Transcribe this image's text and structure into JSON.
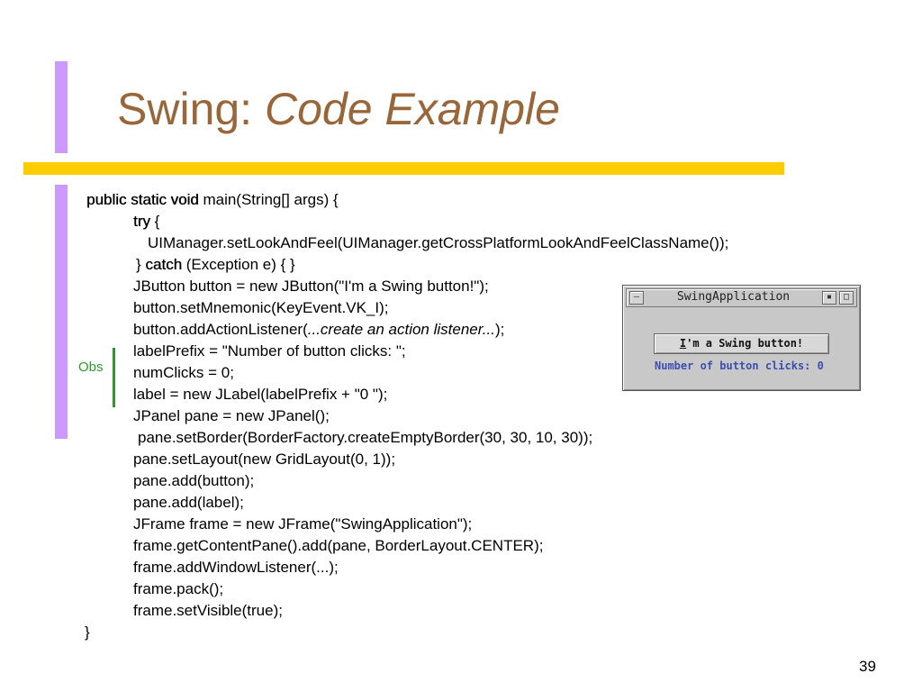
{
  "slide": {
    "title_plain": "Swing: ",
    "title_italic": "Code Example",
    "page_number": "39",
    "colors": {
      "accent_purple": "#cc99ff",
      "rule_yellow": "#ffcc00",
      "title": "#99663a",
      "note_green": "#2b9a2b"
    }
  },
  "code": {
    "l1_kw": "public static void",
    "l1_rest": " main(String[] args) {",
    "l2_kw": "try",
    "l2_rest": " {",
    "l3": "UIManager.setLookAndFeel(UIManager.getCrossPlatformLookAndFeelClassName());",
    "l4_pre": "} ",
    "l4_kw": "catch",
    "l4_rest": " (Exception e) { }",
    "l5": "JButton button = new JButton(\"I'm a Swing button!\");",
    "l6": "button.setMnemonic(KeyEvent.VK_I);",
    "l7_pre": "button.addActionListener(",
    "l7_it": "...create an action listener...",
    "l7_post": ");",
    "l8": "labelPrefix = \"Number of button clicks: \";",
    "l9": "numClicks = 0;",
    "l10": "label = new JLabel(labelPrefix + \"0 \");",
    "l11": "JPanel pane = new JPanel();",
    "l12": "pane.setBorder(BorderFactory.createEmptyBorder(30, 30, 10, 30));",
    "l13": "pane.setLayout(new GridLayout(0, 1));",
    "l14": "pane.add(button);",
    "l15": "pane.add(label);",
    "l16": "JFrame frame = new JFrame(\"SwingApplication\");",
    "l17": "frame.getContentPane().add(pane, BorderLayout.CENTER);",
    "l18": "frame.addWindowListener(...);",
    "l19": "frame.pack();",
    "l20": "frame.setVisible(true);",
    "l21": "}"
  },
  "annotation": {
    "obs": "Obs"
  },
  "swing_window": {
    "title": "SwingApplication",
    "button_mnemonic": "I",
    "button_rest": "'m a Swing button!",
    "label": "Number of button clicks: 0",
    "icons": [
      "window-menu-icon",
      "minimize-icon",
      "maximize-icon"
    ],
    "controls": {
      "menu": "—",
      "minimize": "▪",
      "maximize": "□"
    }
  }
}
